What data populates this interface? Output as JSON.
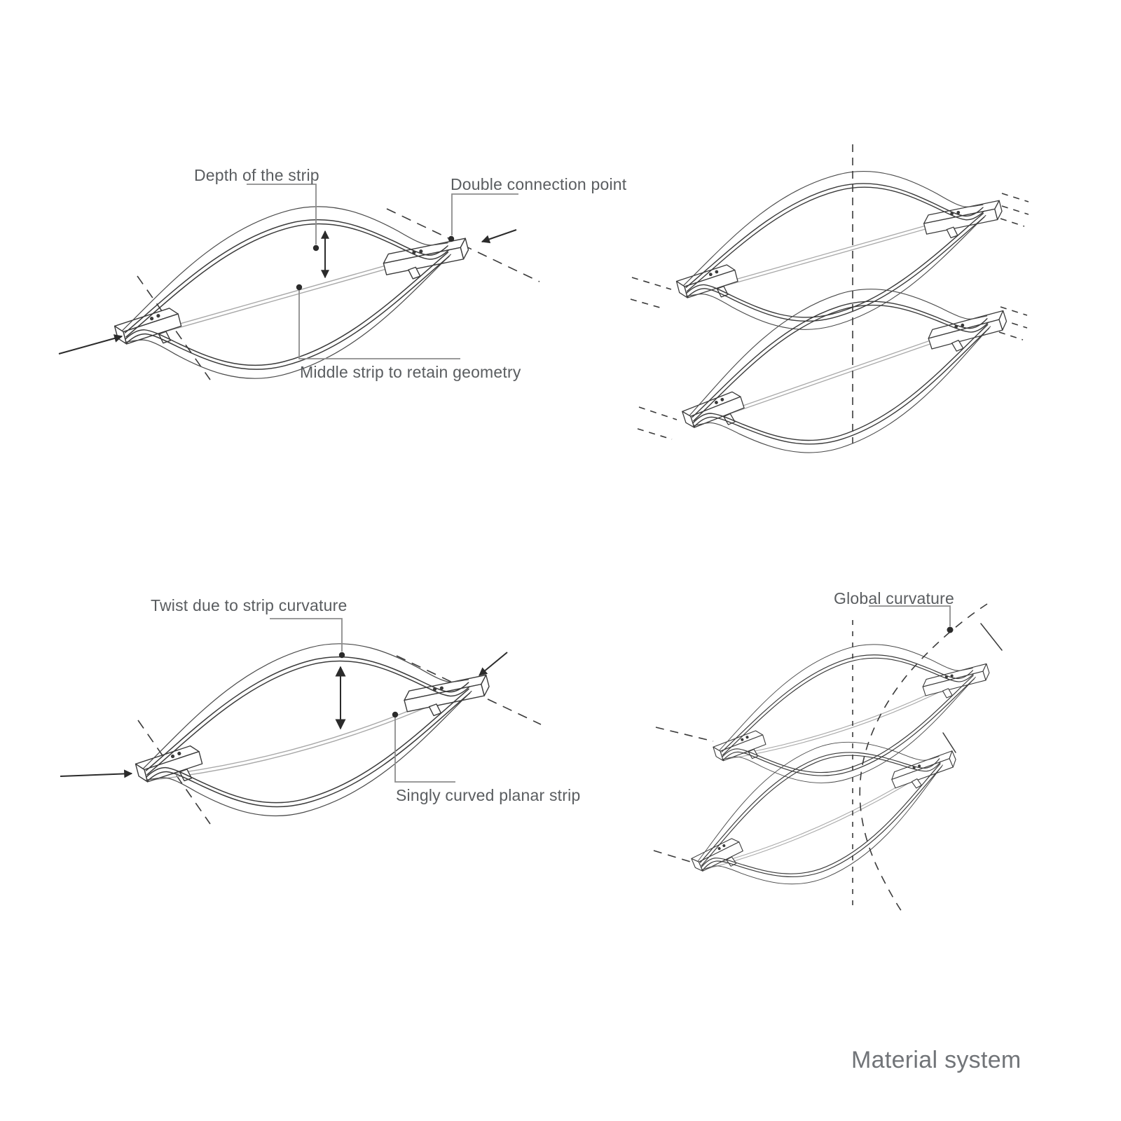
{
  "caption": {
    "text": "Material system"
  },
  "colors": {
    "background": "#ffffff",
    "drawing_line": "#3a3a3a",
    "middle_strip_line": "#a8a8a8",
    "leader_line": "#8c8c8c",
    "label_text": "#5a5d60",
    "caption_text": "#717478",
    "arrow": "#2b2b2b"
  },
  "icons": {
    "leader_dot": "●",
    "arrowhead": "➤",
    "double_headed_arrow": "↕",
    "dashed_axis": "┄"
  },
  "panels": {
    "top_left": {
      "description": "Single strip module with depth annotation",
      "labels": {
        "depth": "Depth of the strip",
        "double_connection": "Double connection point",
        "middle_strip": "Middle strip to retain geometry"
      }
    },
    "top_right": {
      "description": "Two strip modules stacked on a shared vertical axis",
      "labels": {}
    },
    "bottom_left": {
      "description": "Single strip module with twist annotation",
      "labels": {
        "twist": "Twist due to strip curvature",
        "singly_curved": "Singly curved planar strip"
      }
    },
    "bottom_right": {
      "description": "Two stacked modules following a global curve",
      "labels": {
        "global_curvature": "Global curvature"
      }
    }
  }
}
